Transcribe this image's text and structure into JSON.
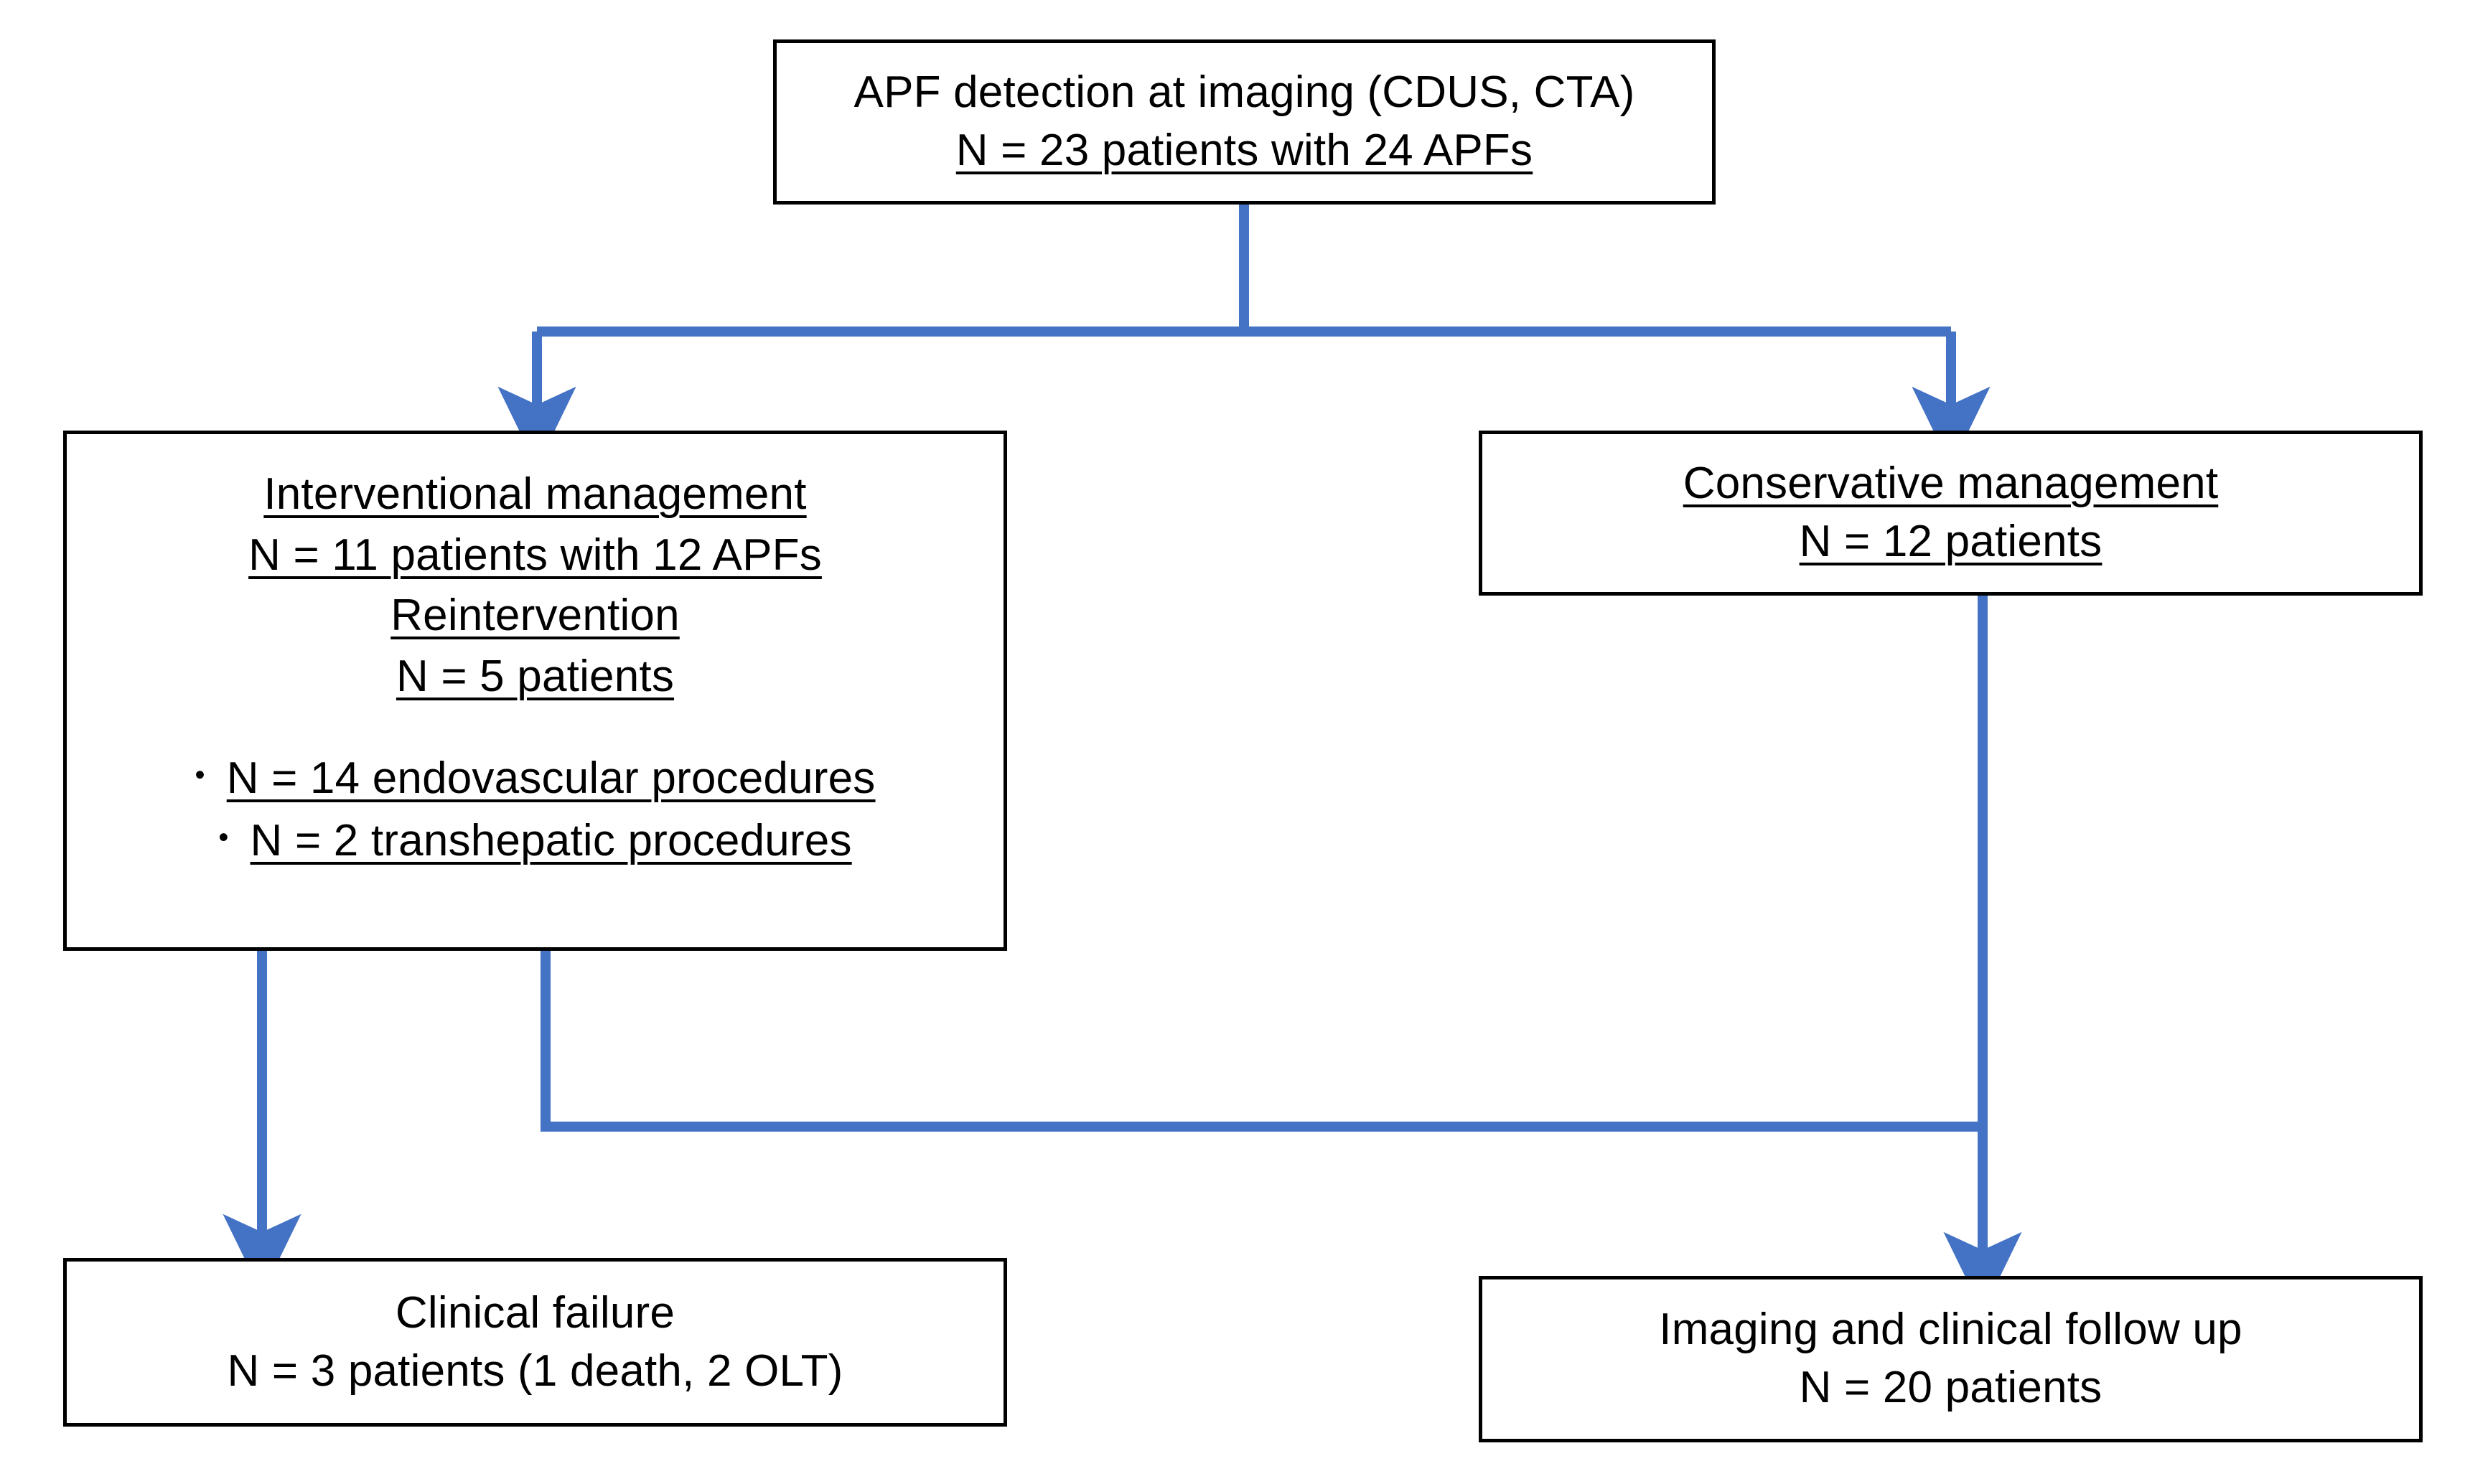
{
  "figure": {
    "type": "flowchart",
    "accent_color": "#4472C4",
    "box_border_color": "#000000",
    "background_color": "#FFFFFF"
  },
  "nodes": {
    "detection": {
      "id": "apf-detection",
      "lines": [
        {
          "text": "APF detection at imaging (CDUS, CTA)",
          "underline": false
        },
        {
          "text": "N = 23 patients with 24 APFs",
          "underline": true
        }
      ]
    },
    "interventional": {
      "id": "interventional-management",
      "lines": [
        {
          "text": "Interventional management",
          "underline": true
        },
        {
          "text": "N = 11 patients with 12 APFs",
          "underline": true
        },
        {
          "text": "Reintervention",
          "underline": true
        },
        {
          "text": "N = 5 patients",
          "underline": true
        }
      ],
      "bullets": [
        {
          "marker": "•",
          "text": "N = 14 endovascular procedures",
          "underline": true
        },
        {
          "marker": "•",
          "text": "N = 2 transhepatic procedures",
          "underline": true
        }
      ]
    },
    "conservative": {
      "id": "conservative-management",
      "lines": [
        {
          "text": "Conservative management",
          "underline": true
        },
        {
          "text": "N = 12 patients",
          "underline": true
        }
      ]
    },
    "clinical_failure": {
      "id": "clinical-failure",
      "lines": [
        {
          "text": "Clinical failure",
          "underline": false
        },
        {
          "text": "N = 3 patients (1 death, 2 OLT)",
          "underline": false
        }
      ]
    },
    "follow_up": {
      "id": "imaging-clinical-follow-up",
      "lines": [
        {
          "text": "Imaging and clinical follow up",
          "underline": false
        },
        {
          "text": "N = 20 patients",
          "underline": false
        }
      ]
    }
  },
  "connectors": [
    {
      "name": "detection-to-interventional",
      "from": "apf-detection",
      "to": "interventional-management",
      "style": "elbow-down-left",
      "arrowhead": true
    },
    {
      "name": "detection-to-conservative",
      "from": "apf-detection",
      "to": "conservative-management",
      "style": "elbow-down-right",
      "arrowhead": true
    },
    {
      "name": "interventional-to-clinical-failure",
      "from": "interventional-management",
      "to": "clinical-failure",
      "style": "straight-down",
      "arrowhead": true
    },
    {
      "name": "interventional-to-follow-up",
      "from": "interventional-management",
      "to": "imaging-clinical-follow-up",
      "style": "elbow-down-right",
      "arrowhead": false
    },
    {
      "name": "conservative-to-follow-up",
      "from": "conservative-management",
      "to": "imaging-clinical-follow-up",
      "style": "straight-down",
      "arrowhead": true
    }
  ]
}
